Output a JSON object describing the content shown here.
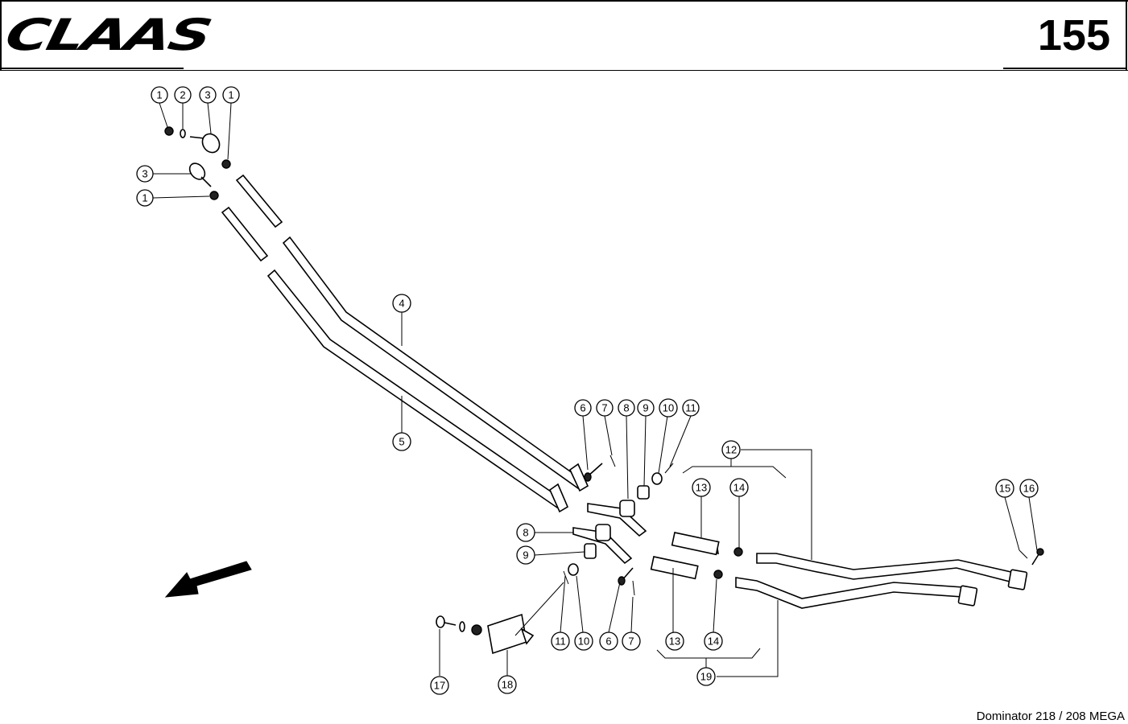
{
  "header": {
    "brand": "CLAAS",
    "page_number": "155"
  },
  "footer": {
    "model": "Dominator 218 / 208 MEGA"
  },
  "callouts": [
    "1",
    "2",
    "3",
    "1",
    "3",
    "1",
    "4",
    "5",
    "6",
    "7",
    "8",
    "9",
    "10",
    "11",
    "12",
    "13",
    "14",
    "15",
    "16",
    "8",
    "9",
    "11",
    "10",
    "6",
    "7",
    "13",
    "14",
    "17",
    "18",
    "19"
  ],
  "icons": {
    "direction_arrow": "arrow-down-left-icon"
  }
}
